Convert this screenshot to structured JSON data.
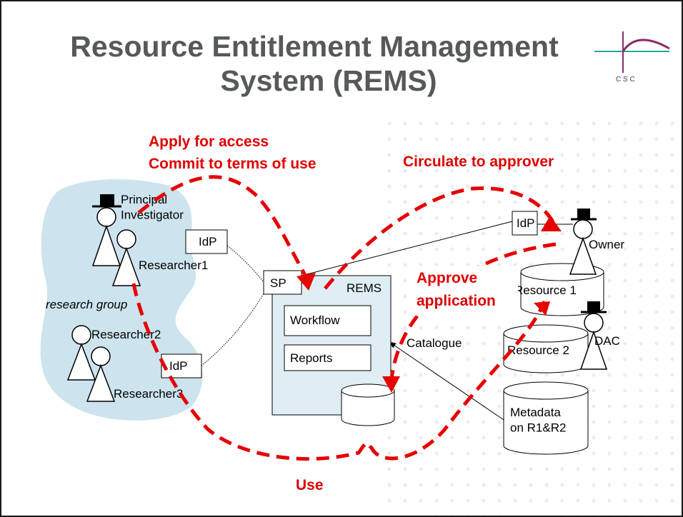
{
  "slide": {
    "title_line1": "Resource Entitlement Management",
    "title_line2": "System (REMS)",
    "logo_text": "C S C"
  },
  "colors": {
    "title": "#55595c",
    "accent_red": "#e00000",
    "group_blob": "#cde3ee",
    "rems_box": "#dfeef4",
    "logo_purple": "#8b2a6b",
    "logo_teal": "#2aa3a3"
  },
  "group": {
    "label": "research group",
    "principal": "Principal\nInvestigator",
    "researcher1": "Researcher1",
    "researcher2": "Researcher2",
    "researcher3": "Researcher3"
  },
  "idp": {
    "idp1": "IdP",
    "idp2": "IdP",
    "idp3": "IdP"
  },
  "rems": {
    "sp": "SP",
    "label": "REMS",
    "workflow": "Workflow",
    "reports": "Reports"
  },
  "right": {
    "owner": "Owner",
    "dac": "DAC",
    "resource1": "Resource 1",
    "resource2": "Resource 2",
    "catalogue": "Catalogue",
    "metadata": "Metadata\non R1&R2"
  },
  "flow": {
    "apply_line1": "Apply for access",
    "apply_line2": "Commit to terms of use",
    "circulate": "Circulate to approver",
    "approve_line1": "Approve",
    "approve_line2": "application",
    "use": "Use"
  }
}
